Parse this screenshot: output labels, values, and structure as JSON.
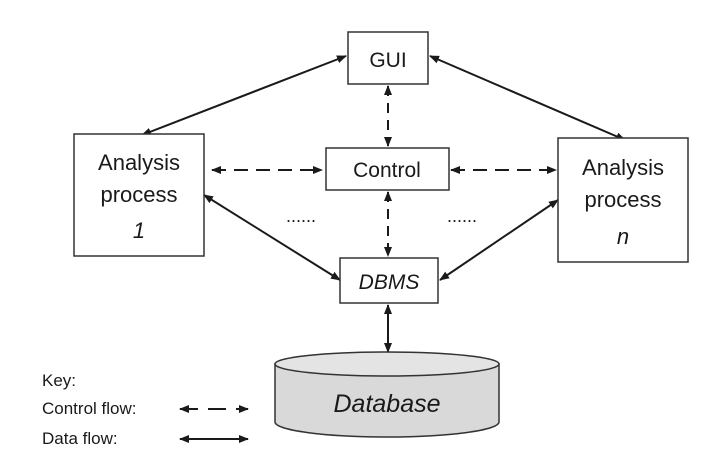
{
  "nodes": {
    "gui": {
      "label": "GUI"
    },
    "control": {
      "label": "Control"
    },
    "dbms": {
      "label": "DBMS"
    },
    "analysis_1": {
      "line1": "Analysis",
      "line2": "process",
      "index": "1"
    },
    "analysis_n": {
      "line1": "Analysis",
      "line2": "process",
      "index": "n"
    },
    "database": {
      "label": "Database"
    }
  },
  "ellipses": {
    "left": "......",
    "right": "......"
  },
  "key": {
    "title": "Key:",
    "control_flow": "Control flow:",
    "data_flow": "Data flow:"
  },
  "colors": {
    "stroke": "#1a1a1a",
    "database_fill": "#d9d9d9"
  }
}
